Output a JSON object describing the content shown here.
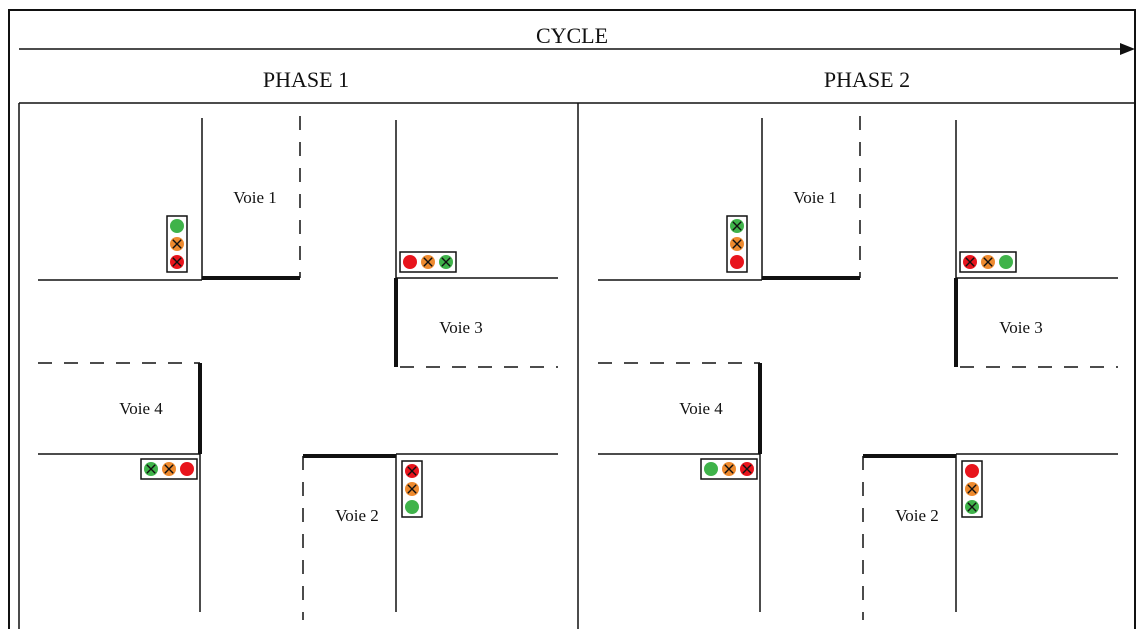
{
  "header": {
    "cycle_label": "CYCLE"
  },
  "phases": [
    {
      "title": "PHASE 1",
      "lanes": {
        "voie1": "Voie 1",
        "voie2": "Voie 2",
        "voie3": "Voie 3",
        "voie4": "Voie 4"
      },
      "lights": {
        "voie1": [
          "green",
          "orange-x",
          "red-x"
        ],
        "voie3": [
          "red",
          "orange-x",
          "green-x"
        ],
        "voie4": [
          "green-x",
          "orange-x",
          "red"
        ],
        "voie2": [
          "red-x",
          "orange-x",
          "green"
        ]
      }
    },
    {
      "title": "PHASE 2",
      "lanes": {
        "voie1": "Voie 1",
        "voie2": "Voie 2",
        "voie3": "Voie 3",
        "voie4": "Voie 4"
      },
      "lights": {
        "voie1": [
          "green-x",
          "orange-x",
          "red"
        ],
        "voie3": [
          "red-x",
          "orange-x",
          "green"
        ],
        "voie4": [
          "green",
          "orange-x",
          "red-x"
        ],
        "voie2": [
          "red",
          "orange-x",
          "green-x"
        ]
      }
    }
  ],
  "colors": {
    "red": "#e8141c",
    "orange": "#ee8a2e",
    "green": "#3fb34a",
    "line": "#111111"
  }
}
